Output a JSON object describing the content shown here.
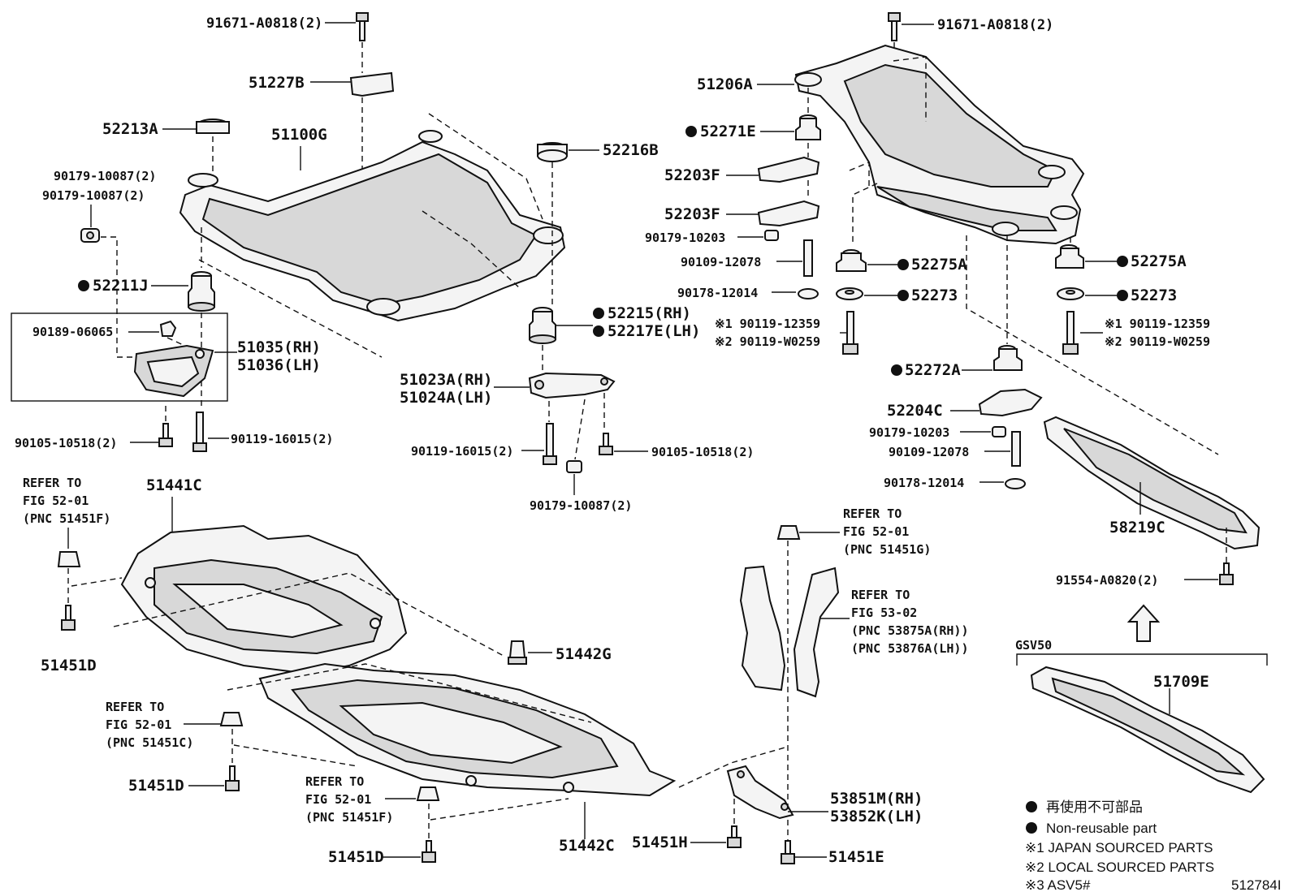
{
  "labels": {
    "p91671_left": "91671-A0818(2)",
    "p51227B": "51227B",
    "p52213A": "52213A",
    "p51100G": "51100G",
    "p90179_10087a": "90179-10087(2)",
    "p90179_10087b": "90179-10087(2)",
    "p52211J": "52211J",
    "p90189": "90189-06065",
    "p51035": "51035(RH)",
    "p51036": "51036(LH)",
    "p90105_left": "90105-10518(2)",
    "p90119_16015_left": "90119-16015(2)",
    "p52216B": "52216B",
    "p52215": "52215(RH)",
    "p52217E": "52217E(LH)",
    "p51023A": "51023A(RH)",
    "p51024A": "51024A(LH)",
    "p90119_16015_mid": "90119-16015(2)",
    "p90105_mid": "90105-10518(2)",
    "p90179_10087_mid": "90179-10087(2)",
    "p51441C": "51441C",
    "refer1_a": "REFER TO",
    "refer1_b": "FIG 52-01",
    "refer1_c": "(PNC 51451F)",
    "p51451D_1": "51451D",
    "p51442G": "51442G",
    "refer2_a": "REFER TO",
    "refer2_b": "FIG 52-01",
    "refer2_c": "(PNC 51451C)",
    "p51451D_2": "51451D",
    "refer3_a": "REFER TO",
    "refer3_b": "FIG 52-01",
    "refer3_c": "(PNC 51451F)",
    "p51451D_3": "51451D",
    "p51442C": "51442C",
    "p51451H": "51451H",
    "p91671_right": "91671-A0818(2)",
    "p51206A": "51206A",
    "p52271E": "52271E",
    "p52203F_1": "52203F",
    "p52203F_2": "52203F",
    "p90179_10203_1": "90179-10203",
    "p90109_12078_1": "90109-12078",
    "p52275A_1": "52275A",
    "p90178_12014_1": "90178-12014",
    "p52273_1": "52273",
    "p90119_12359_1": "※1 90119-12359",
    "p90119_W0259_1": "※2 90119-W0259",
    "p52275A_2": "52275A",
    "p52273_2": "52273",
    "p90119_12359_2": "※1 90119-12359",
    "p90119_W0259_2": "※2 90119-W0259",
    "p52272A": "52272A",
    "p52204C": "52204C",
    "p90179_10203_2": "90179-10203",
    "p90109_12078_2": "90109-12078",
    "p90178_12014_2": "90178-12014",
    "p58219C": "58219C",
    "refer4_a": "REFER TO",
    "refer4_b": "FIG 52-01",
    "refer4_c": "(PNC 51451G)",
    "refer5_a": "REFER TO",
    "refer5_b": "FIG 53-02",
    "refer5_c": "(PNC 53875A(RH))",
    "refer5_d": "(PNC 53876A(LH))",
    "p91554": "91554-A0820(2)",
    "gsv50": "GSV50",
    "p51709E": "51709E",
    "p53851M": "53851M(RH)",
    "p53852K": "53852K(LH)",
    "p51451E": "51451E"
  },
  "legend": {
    "jp": "再使用不可部品",
    "en": "Non-reusable part",
    "n1": "※1 JAPAN SOURCED PARTS",
    "n2": "※2 LOCAL SOURCED PARTS",
    "n3": "※3 ASV5#"
  },
  "diagram_id": "512784I"
}
